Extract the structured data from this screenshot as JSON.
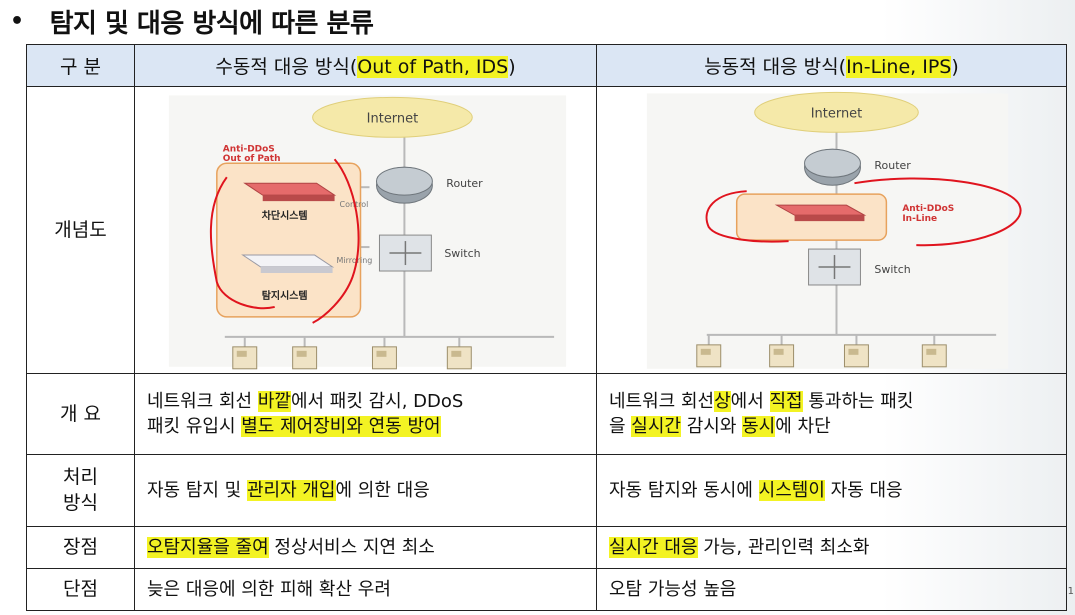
{
  "title": {
    "bullet": "•",
    "text": "탐지 및 대응 방식에 따른 분류"
  },
  "header": {
    "col0": "구 분",
    "col1": {
      "pre": "수동적 대응 방식(",
      "hl": "Out of Path, IDS",
      "post": ")"
    },
    "col2": {
      "pre": "능동적 대응 방식(",
      "hl": "In-Line, IPS",
      "post": ")"
    }
  },
  "concept_label": "개념도",
  "diagram_passive": {
    "internet": "Internet",
    "router": "Router",
    "switch": "Switch",
    "anti_ddos": "Anti-DDoS",
    "out_of_path": "Out of Path",
    "block_system": "차단시스템",
    "detect_system": "탐지시스템",
    "control": "Control",
    "mirroring": "Mirroring"
  },
  "diagram_active": {
    "internet": "Internet",
    "router": "Router",
    "switch": "Switch",
    "anti_ddos": "Anti-DDoS",
    "in_line": "In-Line"
  },
  "rows": {
    "overview": {
      "label": "개 요",
      "passive": {
        "l1a": "네트워크 회선 ",
        "l1hl": "바깥",
        "l1b": "에서 패킷 감시, DDoS",
        "l2a": "패킷 유입시 ",
        "l2hl": "별도 제어장비와 연동 방어"
      },
      "active": {
        "l1a": "네트워크 회선",
        "l1hl1": "상",
        "l1b": "에서 ",
        "l1hl2": "직접",
        "l1c": " 통과하는 패킷",
        "l2a": "을 ",
        "l2hl1": "실시간",
        "l2b": " 감시와 ",
        "l2hl2": "동시",
        "l2c": "에 차단"
      }
    },
    "process": {
      "label1": "처리",
      "label2": "방식",
      "passive": {
        "a": "자동 탐지 및 ",
        "hl": "관리자 개입",
        "b": "에 의한 대응"
      },
      "active": {
        "a": "자동 탐지와 동시에 ",
        "hl": "시스템이",
        "b": " 자동 대응"
      }
    },
    "pros": {
      "label": "장점",
      "passive": {
        "hl": "오탐지율을 줄여",
        "b": " 정상서비스 지연 최소"
      },
      "active": {
        "hl": "실시간 대응",
        "b": " 가능, 관리인력 최소화"
      }
    },
    "cons": {
      "label": "단점",
      "passive": "늦은 대응에 의한 피해 확산 우려",
      "active": "오탐 가능성 높음"
    }
  },
  "page_number": "1",
  "colors": {
    "header_bg": "#dbe6f4",
    "highlight": "#f3f323",
    "annotation_red": "#e0141e"
  }
}
